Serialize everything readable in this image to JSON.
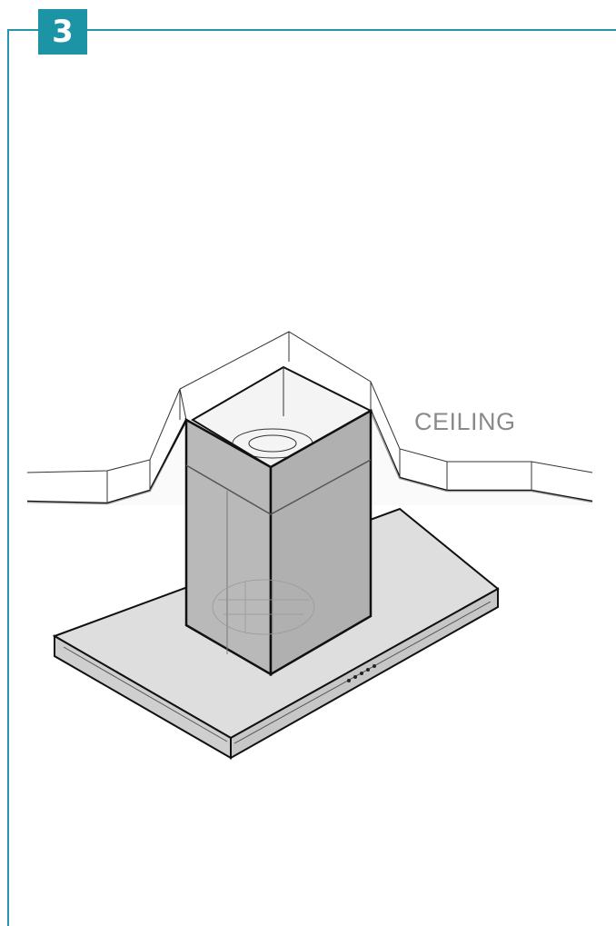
{
  "step": {
    "number": "3"
  },
  "labels": {
    "ceiling": "CEILING"
  },
  "colors": {
    "accent": "#1d93a6",
    "frame": "#2596a8",
    "label": "#8a8a8a",
    "hood_body": "#dcdcdc",
    "chimney": "#b4b4b4"
  },
  "icons": {
    "illustration": "range-hood-chimney-installation-diagram"
  }
}
